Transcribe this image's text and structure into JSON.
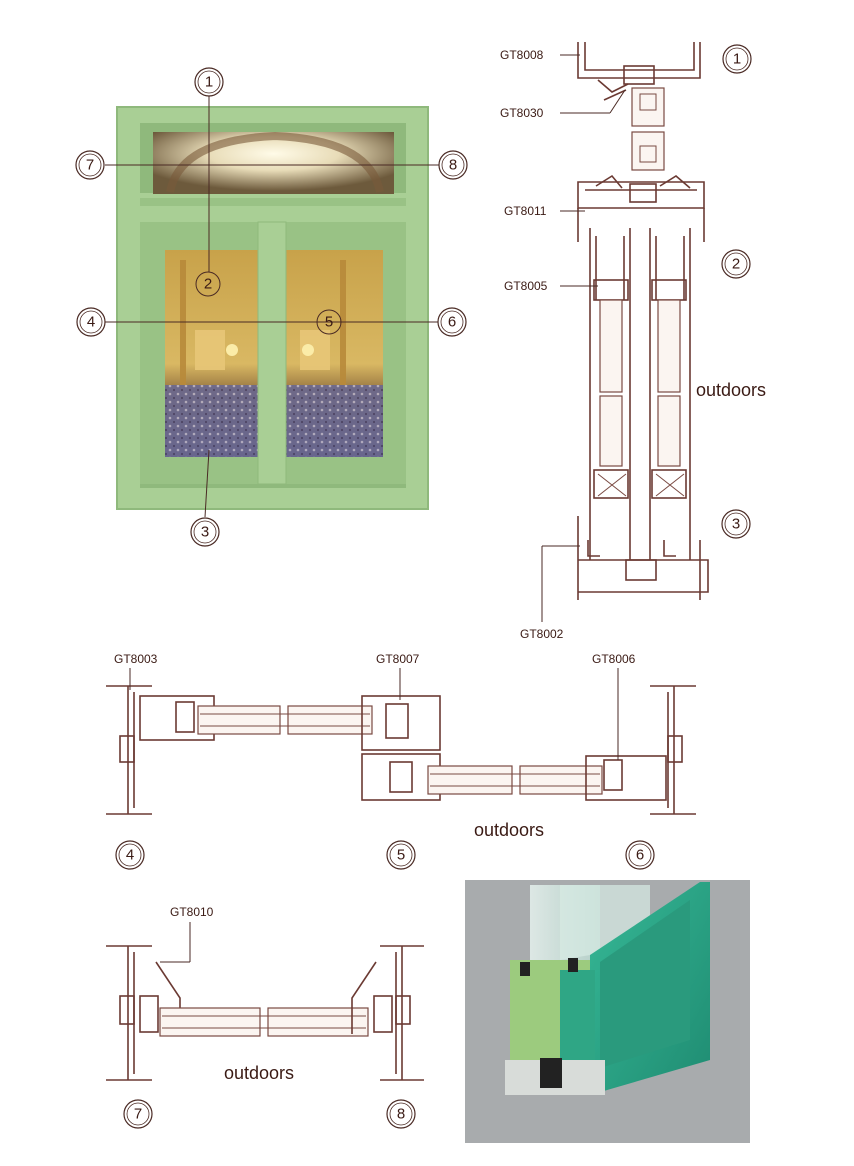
{
  "part_codes": {
    "gt8008": "GT8008",
    "gt8030": "GT8030",
    "gt8011": "GT8011",
    "gt8005": "GT8005",
    "gt8002": "GT8002",
    "gt8003": "GT8003",
    "gt8007": "GT8007",
    "gt8006": "GT8006",
    "gt8010": "GT8010"
  },
  "callouts": {
    "n1": "1",
    "n2": "2",
    "n3": "3",
    "n4": "4",
    "n5": "5",
    "n6": "6",
    "n7": "7",
    "n8": "8"
  },
  "labels": {
    "outdoors_vertical": "outdoors",
    "outdoors_horizontal": "outdoors",
    "outdoors_bottom": "outdoors"
  },
  "colors": {
    "frame_green": "#a9cf95",
    "frame_green_dark": "#8fb97c",
    "profile_stroke": "#6b3a33",
    "render_teal": "#2ea888",
    "render_bg": "#a8abad"
  }
}
